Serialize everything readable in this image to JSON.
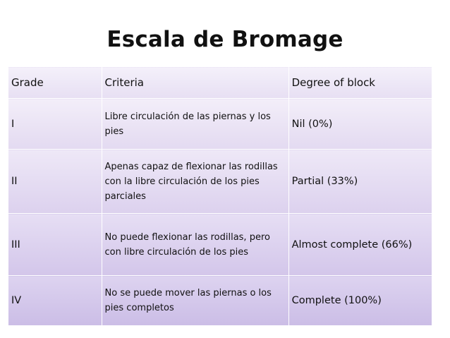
{
  "title": "Escala de Bromage",
  "table": {
    "headers": [
      "Grade",
      "Criteria",
      "Degree of block"
    ],
    "rows": [
      {
        "grade": "I",
        "criteria": "Libre circulación de las piernas y los pies",
        "degree": "Nil (0%)"
      },
      {
        "grade": "II",
        "criteria": "Apenas capaz de flexionar las rodillas con la libre circulación de los pies parciales",
        "degree": "Partial (33%)"
      },
      {
        "grade": "III",
        "criteria": "No puede flexionar las rodillas, pero con libre circulación de los pies",
        "degree": "Almost complete (66%)"
      },
      {
        "grade": "IV",
        "criteria": "No se puede mover las piernas o los pies completos",
        "degree": "Complete (100%)"
      }
    ]
  },
  "colors": {
    "header_fill": "#ede7f6",
    "row_fill_light": "#eee8f7",
    "row_fill_dark": "#cbbde6",
    "border": "#ffffff",
    "text": "#111111"
  }
}
